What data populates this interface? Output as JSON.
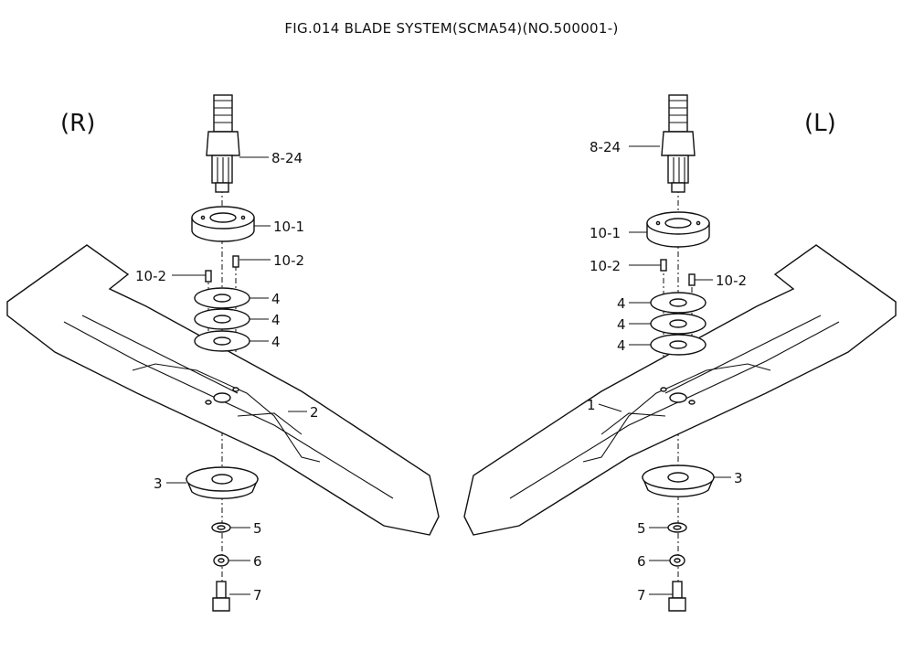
{
  "title": "FIG.014  BLADE SYSTEM(SCMA54)(NO.500001-)",
  "right_side_tag": "(R)",
  "left_side_tag": "(L)",
  "right_assembly_labels": {
    "shaft": "8-24",
    "bearing": "10-1",
    "pin_right": "10-2",
    "pin_left": "10-2",
    "washer_top": "4",
    "washer_mid": "4",
    "washer_bottom": "4",
    "blade": "2",
    "hub": "3",
    "flat_washer": "5",
    "spring_washer": "6",
    "bolt": "7"
  },
  "left_assembly_labels": {
    "shaft": "8-24",
    "bearing": "10-1",
    "pin_left": "10-2",
    "pin_right": "10-2",
    "washer_top": "4",
    "washer_mid": "4",
    "washer_bottom": "4",
    "blade": "1",
    "hub": "3",
    "flat_washer": "5",
    "spring_washer": "6",
    "bolt": "7"
  }
}
